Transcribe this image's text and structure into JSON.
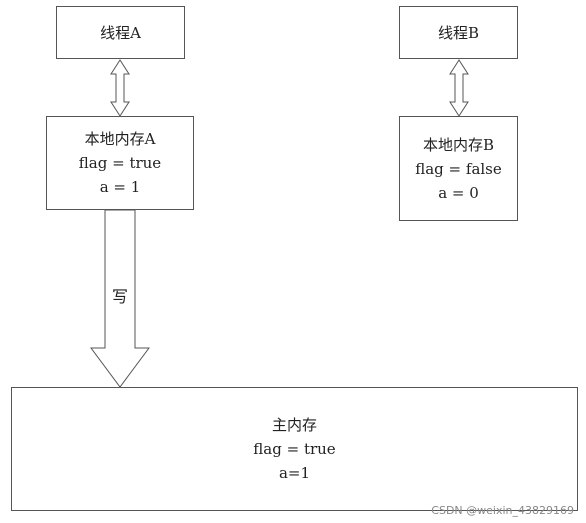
{
  "thread_a": {
    "label": "线程A"
  },
  "thread_b": {
    "label": "线程B"
  },
  "local_memory_a": {
    "title": "本地内存A",
    "flag": "flag = true",
    "a": "a = 1"
  },
  "local_memory_b": {
    "title": "本地内存B",
    "flag": "flag = false",
    "a": "a = 0"
  },
  "write_arrow": {
    "label": "写"
  },
  "main_memory": {
    "title": "主内存",
    "flag": "flag = true",
    "a": "a=1"
  },
  "watermark": "CSDN @weixin_43829169"
}
